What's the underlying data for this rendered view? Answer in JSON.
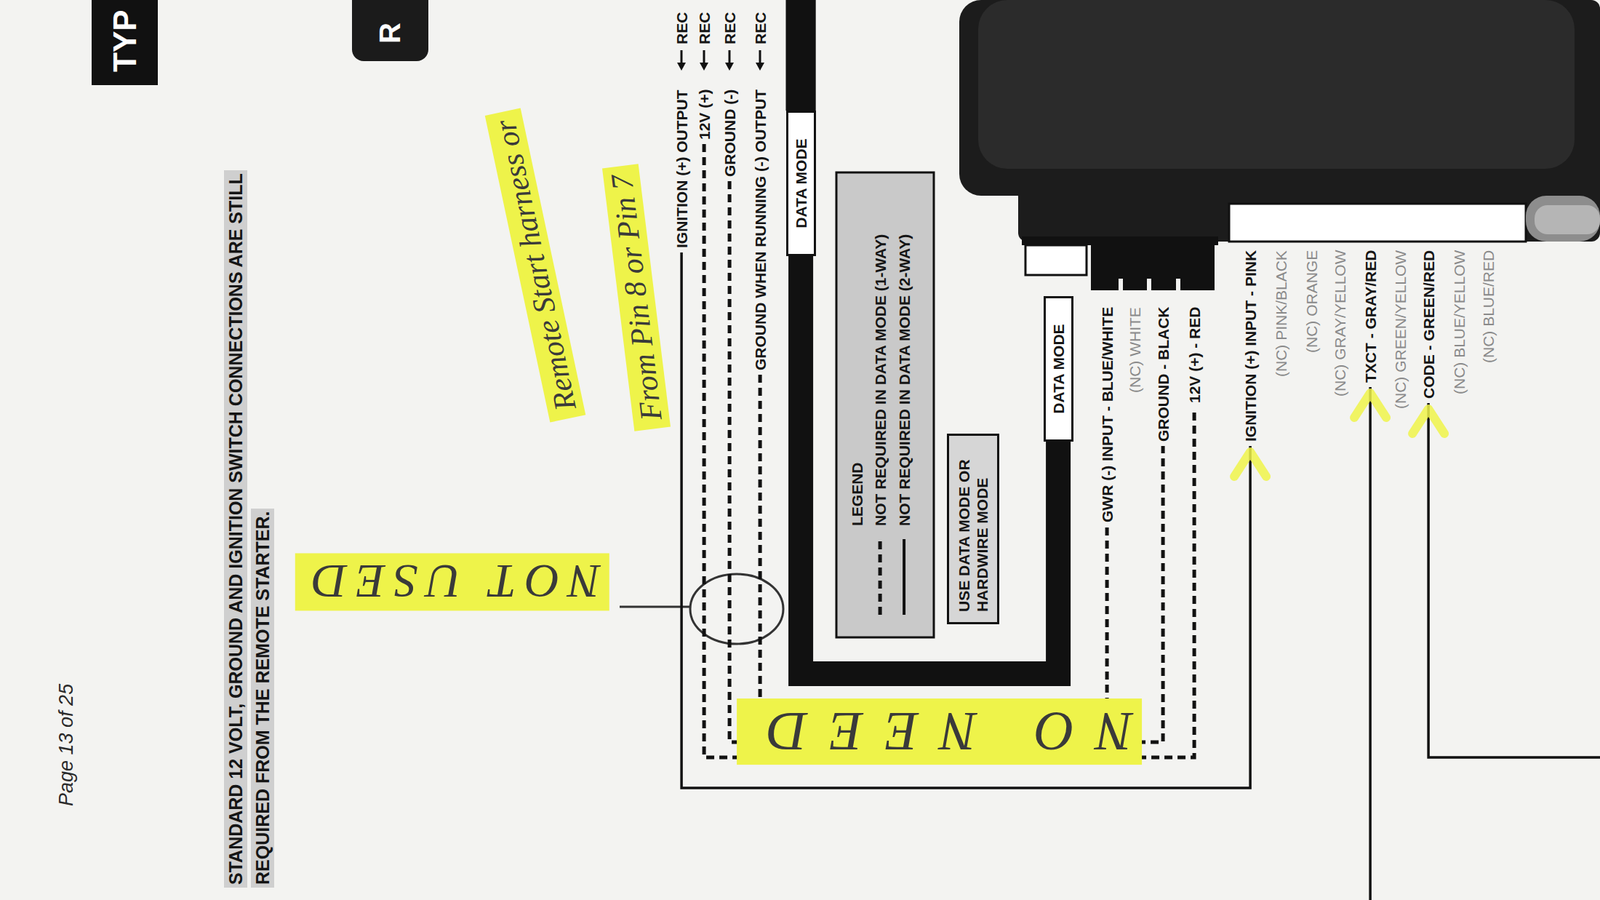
{
  "diagram": {
    "nodes": [
      {
        "text": [
          "TYP"
        ]
      },
      {
        "text": [
          "R"
        ]
      },
      {
        "text": [
          "DATA MODE"
        ]
      },
      {
        "text": [
          "USE DATA MODE OR HARDWIRE MODE"
        ]
      },
      {
        "text": [
          "DATA MODE"
        ]
      }
    ],
    "edges": [
      {
        "from": 2,
        "to": 4,
        "arrow": "none"
      }
    ],
    "labels": [
      "REC",
      "REC",
      "REC",
      "REC",
      "Page 13 of 25",
      "STANDARD 12 VOLT, GROUND AND IGNITION SWITCH CONNECTIONS ARE STILL REQUIRED FROM THE REMOTE STARTER.",
      "Remote Start harness or",
      "From Pin 8 or Pin 7",
      "IGNITION (+) OUTPUT",
      "12V (+)",
      "GROUND (-)",
      "GROUND WHEN RUNNING (-) OUTPUT",
      "NOT USED",
      "LEGEND",
      "NO NEED",
      "GWR (-) INPUT - BLUE/WHITE",
      "(NC) WHITE",
      "GROUND - BLACK",
      "12V (+) - RED",
      "IGNITION (+) INPUT - PINK",
      "(NC) PINK/BLACK",
      "(NC) ORANGE",
      "(NC) GRAY/YELLOW",
      "TXCT - GRAY/RED",
      "(NC) GREEN/YELLOW",
      "CODE - GREEN/RED",
      "(NC) BLUE/YELLOW",
      "(NC) BLUE/RED"
    ],
    "legend": [
      {
        "text": "NOT REQUIRED IN DATA MODE (1-WAY)"
      },
      {
        "text": "NOT REQUIRED IN DATA MODE (2-WAY)"
      }
    ]
  }
}
